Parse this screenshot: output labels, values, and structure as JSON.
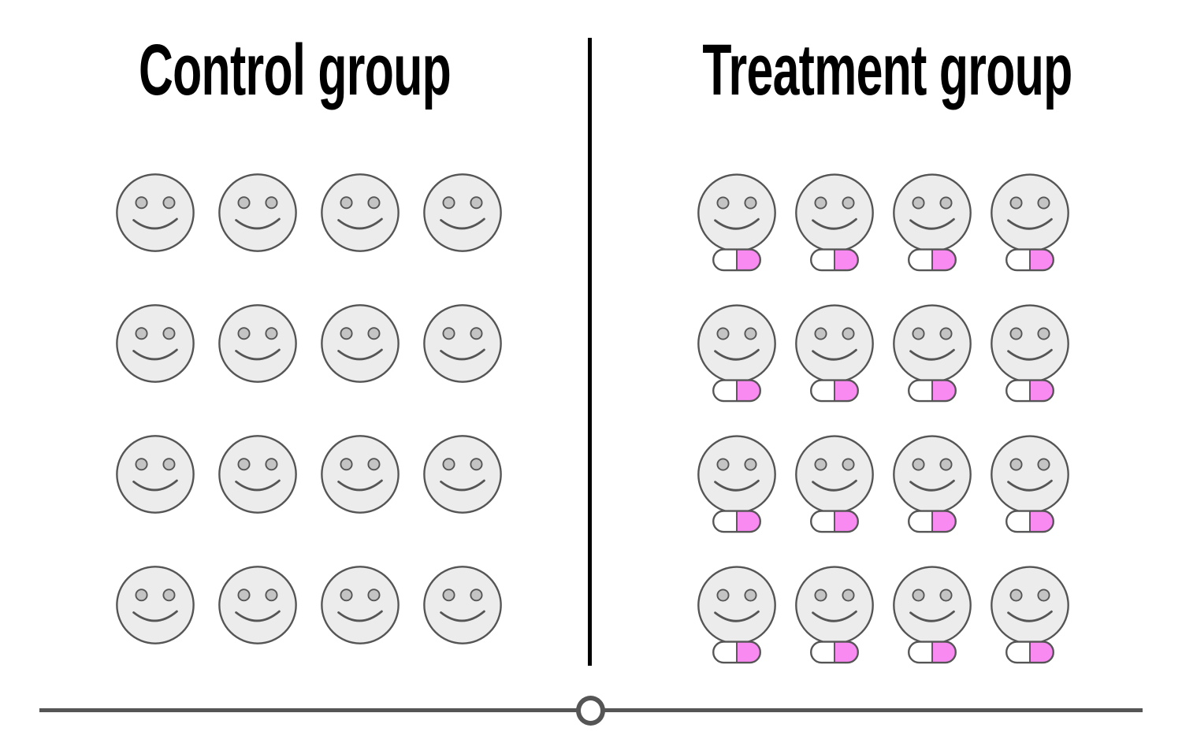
{
  "groups": [
    {
      "id": "control",
      "title": "Control group",
      "rows": 4,
      "cols": 4,
      "count": 16,
      "has_pill": false,
      "person_icon": "smiley-face"
    },
    {
      "id": "treatment",
      "title": "Treatment group",
      "rows": 4,
      "cols": 4,
      "count": 16,
      "has_pill": true,
      "person_icon": "smiley-face-with-pill"
    }
  ],
  "slider": {
    "handle_position": "center"
  },
  "colors": {
    "title_color": "#000000",
    "divider_color": "#000000",
    "face_fill": "#ececec",
    "eye_fill": "#c4c4c4",
    "outline": "#555555",
    "pill_pink": "#f98af2",
    "pill_white": "#ffffff",
    "slider_color": "#555555",
    "slider_handle_fill": "#ffffff"
  }
}
